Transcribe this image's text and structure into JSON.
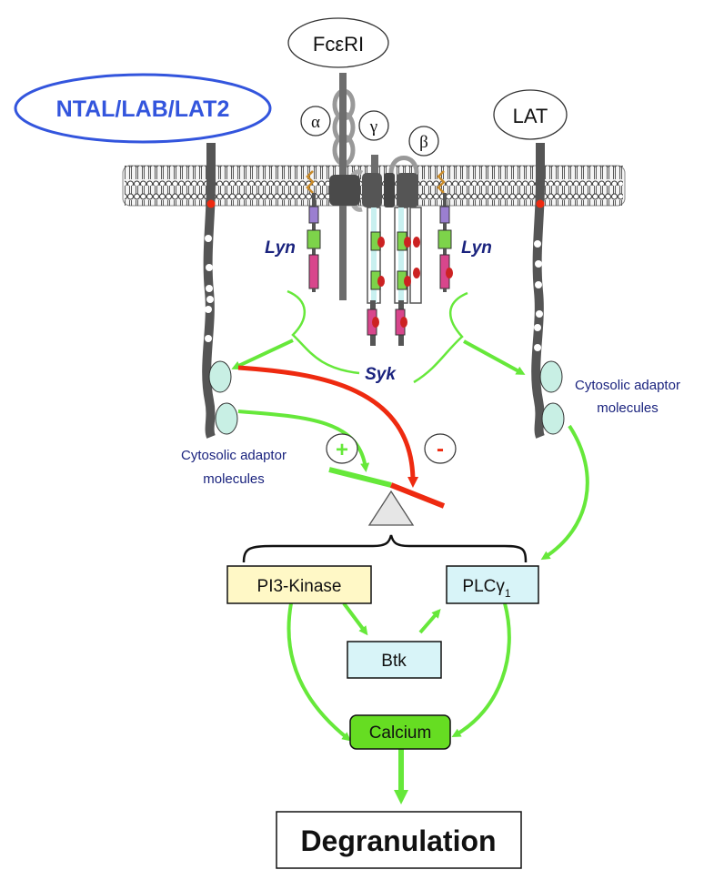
{
  "labels": {
    "receptor": "FcεRI",
    "ntal": "NTAL/LAB/LAT2",
    "lat": "LAT",
    "alpha": "α",
    "gamma": "γ",
    "beta": "β",
    "lyn_left": "Lyn",
    "lyn_right": "Lyn",
    "syk": "Syk",
    "adaptor_left_1": "Cytosolic adaptor",
    "adaptor_left_2": "molecules",
    "adaptor_right_1": "Cytosolic adaptor",
    "adaptor_right_2": "molecules",
    "plus": "+",
    "minus": "-",
    "pi3k": "PI3-Kinase",
    "plc": "PLCγ",
    "plc_sub": "1",
    "btk": "Btk",
    "calcium": "Calcium",
    "degranulation": "Degranulation"
  },
  "colors": {
    "activation_arrow": "#66e83a",
    "inhibition_arrow": "#ee2a10",
    "ntal_outline": "#3355dd",
    "ntal_text": "#3355dd",
    "navy_text": "#1a237e",
    "pi3k_fill": "#fff8c6",
    "plc_fill": "#d8f4f8",
    "btk_fill": "#d8f4f8",
    "calcium_fill": "#66dd22",
    "adaptor_fill": "#c8efe4",
    "lyn_purple": "#9b7fd0",
    "lyn_green": "#7dd34a",
    "lyn_pink": "#d8468c"
  }
}
